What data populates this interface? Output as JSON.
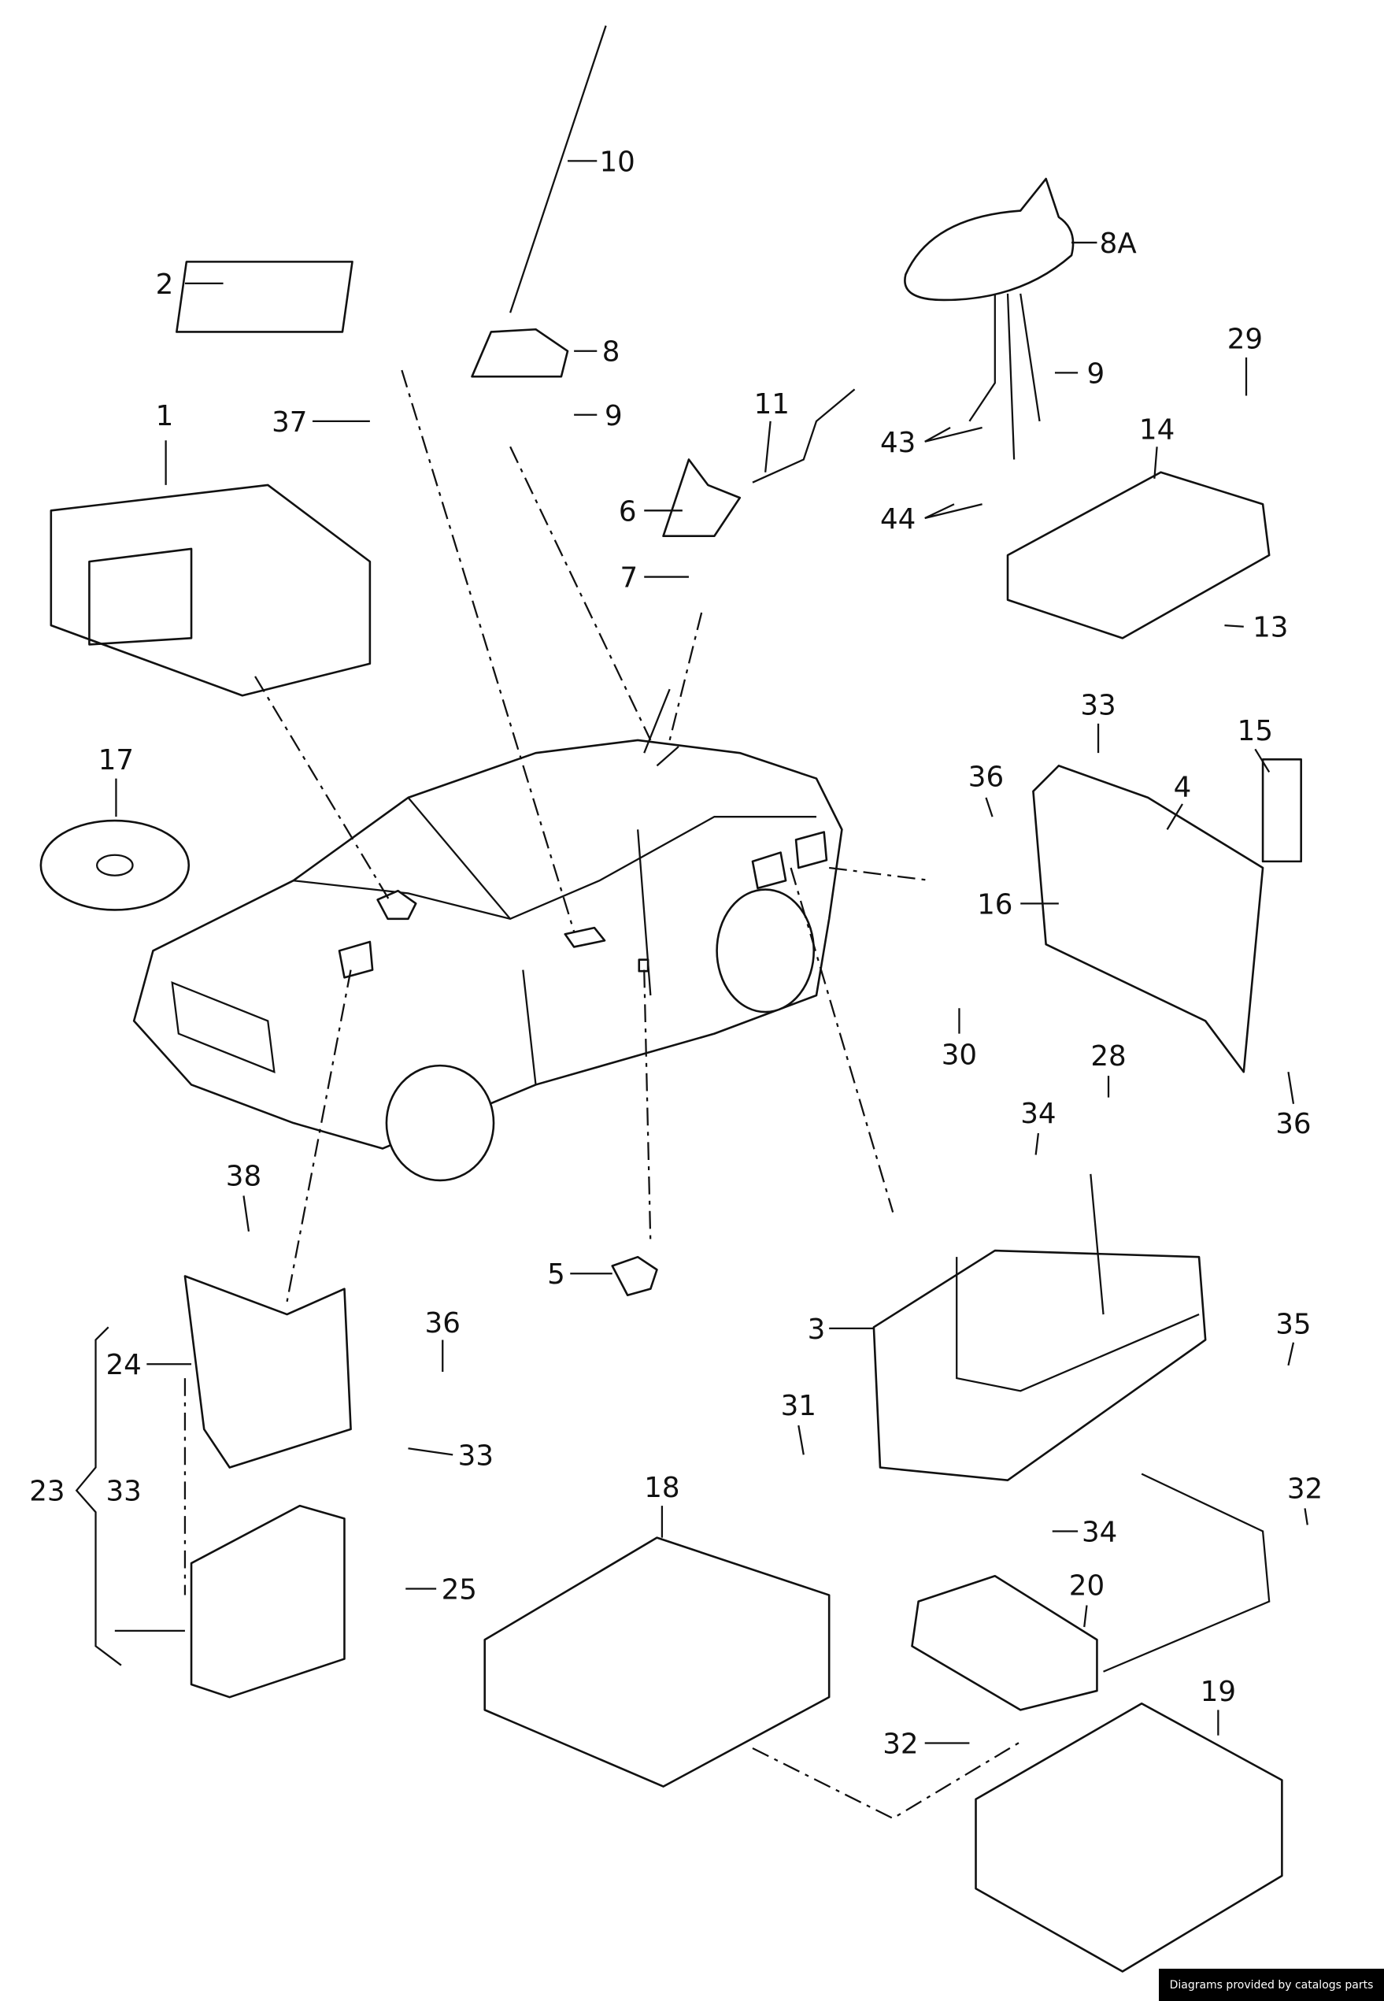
{
  "diagram": {
    "callouts": {
      "p10": "10",
      "p2": "2",
      "p8": "8",
      "p9a": "9",
      "p37": "37",
      "p1": "1",
      "p11": "11",
      "p6": "6",
      "p7": "7",
      "p8A": "8A",
      "p9b": "9",
      "p29": "29",
      "p14": "14",
      "p43": "43",
      "p44": "44",
      "p13": "13",
      "p17": "17",
      "p33a": "33",
      "p15": "15",
      "p36a": "36",
      "p4": "4",
      "p16": "16",
      "p30": "30",
      "p28": "28",
      "p36b": "36",
      "p34a": "34",
      "p38": "38",
      "p5": "5",
      "p36c": "36",
      "p3": "3",
      "p35": "35",
      "p24": "24",
      "p31": "31",
      "p33b": "33",
      "p23": "23",
      "p33c": "33",
      "p18": "18",
      "p32a": "32",
      "p34b": "34",
      "p20": "20",
      "p25": "25",
      "p19": "19",
      "p32b": "32"
    }
  },
  "footer": {
    "credit": "Diagrams provided by catalogs parts"
  }
}
